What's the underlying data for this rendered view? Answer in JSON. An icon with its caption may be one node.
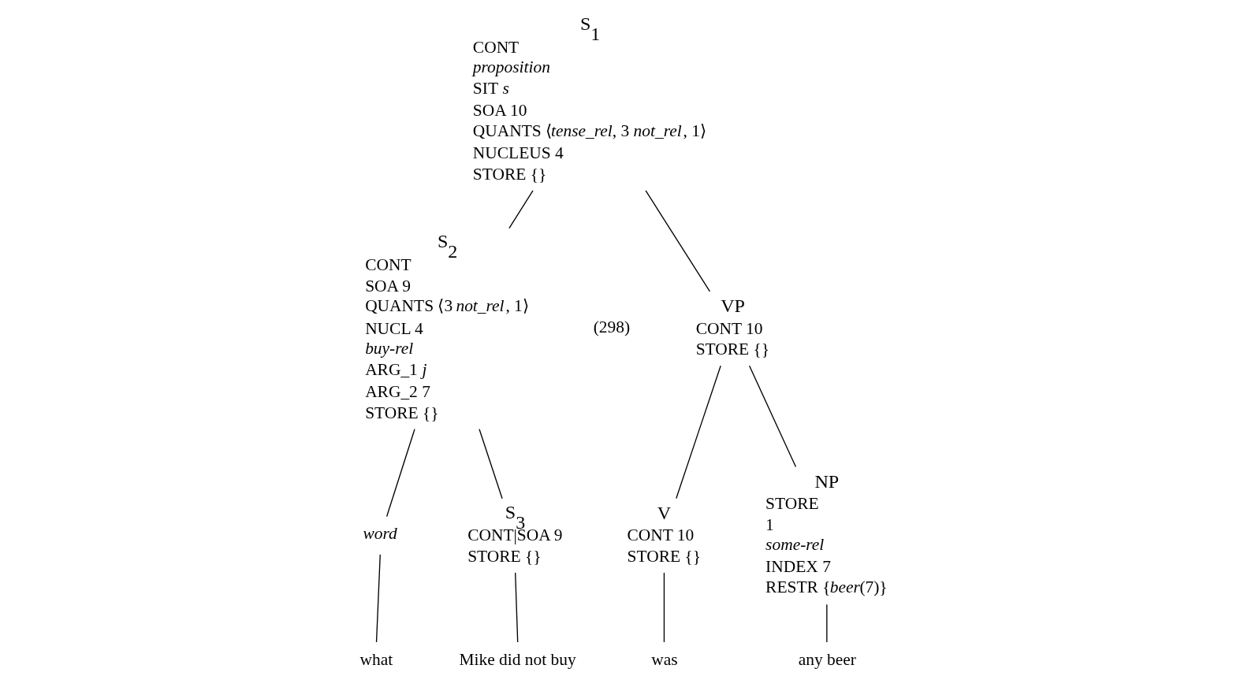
{
  "diagram": {
    "nodes": [
      {
        "text": [
          "S$_{1}$",
          "CONT",
          "*proposition*",
          "SIT *s*",
          "SOA 10",
          "QUANTS ⟨*tense_rel*, 3 *not_rel*, 1⟩",
          "NUCLEUS 4",
          "STORE {}"
        ]
      },
      {
        "text": [
          "S$_{2}$",
          "CONT",
          "SOA 9",
          "QUANTS ⟨3 *not_rel*, 1⟩",
          "NUCL 4",
          "*buy-rel*",
          "ARG_1 *j*",
          "ARG_2 7",
          "STORE {}"
        ]
      },
      {
        "text": [
          "VP",
          "CONT 10",
          "STORE {}"
        ]
      },
      {
        "text": [
          "*word*"
        ]
      },
      {
        "text": [
          "S$_{3}$",
          "CONT|SOA 9",
          "STORE {}"
        ]
      },
      {
        "text": [
          "what"
        ]
      },
      {
        "text": [
          "Mike did not buy"
        ]
      },
      {
        "text": [
          "V",
          "CONT 10",
          "STORE {}"
        ]
      },
      {
        "text": [
          "NP",
          "STORE",
          "1",
          "*some-rel*",
          "INDEX 7",
          "RESTR {*beer*(7)}"
        ]
      },
      {
        "text": [
          "was"
        ]
      },
      {
        "text": [
          "any beer"
        ]
      }
    ],
    "edges": [
      {
        "from": 0,
        "to": 1,
        "arrow": "none"
      },
      {
        "from": 0,
        "to": 2,
        "arrow": "none"
      },
      {
        "from": 1,
        "to": 3,
        "arrow": "none"
      },
      {
        "from": 1,
        "to": 4,
        "arrow": "none"
      },
      {
        "from": 3,
        "to": 5,
        "arrow": "none"
      },
      {
        "from": 4,
        "to": 6,
        "arrow": "none"
      },
      {
        "from": 2,
        "to": 7,
        "arrow": "none"
      },
      {
        "from": 2,
        "to": 8,
        "arrow": "none"
      },
      {
        "from": 7,
        "to": 9,
        "arrow": "none"
      },
      {
        "from": 8,
        "to": 10,
        "arrow": "none"
      }
    ],
    "labels": [
      "(298)"
    ]
  }
}
